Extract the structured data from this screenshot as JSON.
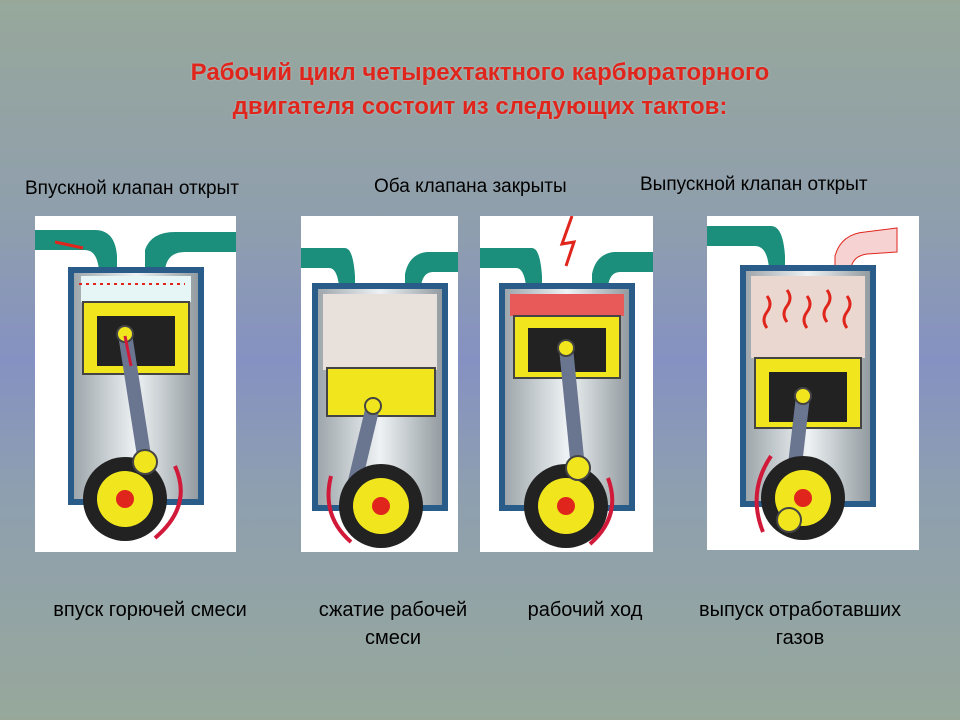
{
  "title": {
    "line1": "Рабочий цикл четырехтактного карбюраторного",
    "line2": "двигателя состоит из следующих тактов:"
  },
  "headers": {
    "intake_valve_open": "Впускной клапан открыт",
    "both_valves_closed": "Оба клапана закрыты",
    "exhaust_valve_open": "Выпускной клапан открыт"
  },
  "strokes": [
    {
      "id": "intake",
      "caption": "впуск горючей смеси"
    },
    {
      "id": "compression",
      "caption_line1": "сжатие рабочей",
      "caption_line2": "смеси"
    },
    {
      "id": "power",
      "caption": "рабочий ход"
    },
    {
      "id": "exhaust",
      "caption_line1": "выпуск отработавших",
      "caption_line2": "газов"
    }
  ],
  "colors": {
    "title": "#e0261c",
    "intake_port": "#1b8f7c",
    "piston": "#f1e61e",
    "cylinder_wall": "#2a5c8a",
    "flywheel": "#222222",
    "crank_pin": "#e0261c",
    "rotation_arrow": "#d11a3a"
  }
}
